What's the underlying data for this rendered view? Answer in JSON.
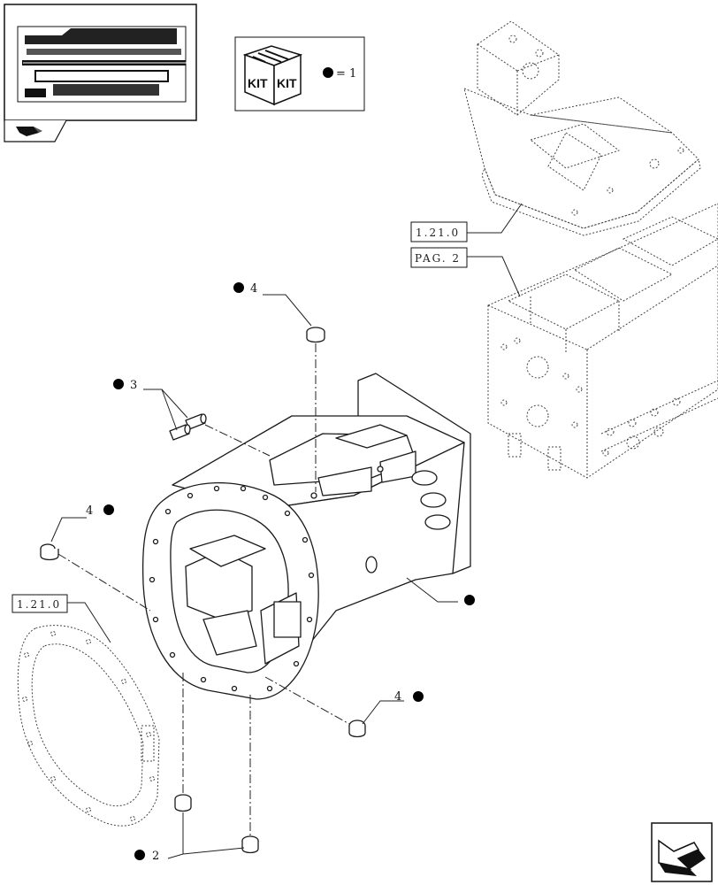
{
  "kit_box": {
    "icon_text": "KIT",
    "legend": "= 1"
  },
  "refs": [
    {
      "id": "ref-1210-top",
      "text": "1.21.0"
    },
    {
      "id": "ref-pag2",
      "text": "PAG. 2"
    },
    {
      "id": "ref-1210-left",
      "text": "1.21.0"
    }
  ],
  "callouts": [
    {
      "id": "callout-4-top",
      "number": "4"
    },
    {
      "id": "callout-3",
      "number": "3"
    },
    {
      "id": "callout-4-left",
      "number": "4"
    },
    {
      "id": "callout-4-right",
      "number": "4"
    },
    {
      "id": "callout-2",
      "number": "2"
    }
  ],
  "colors": {
    "ink": "#111111",
    "background": "#ffffff"
  },
  "icons": [
    "thumbnail-image",
    "page-corner-tab-icon",
    "kit-box-icon",
    "next-page-arrow-icon"
  ]
}
